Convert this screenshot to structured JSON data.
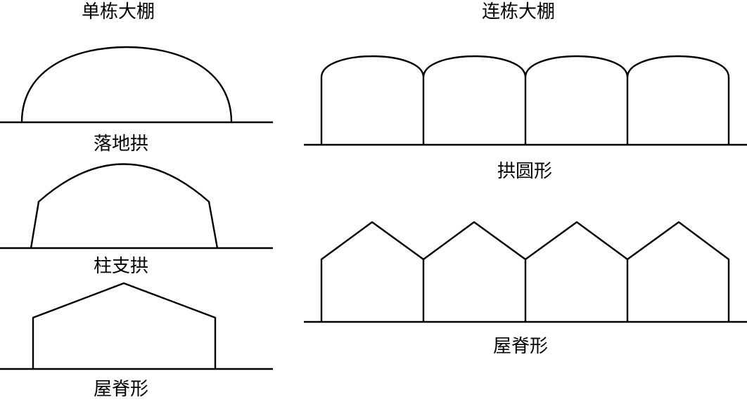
{
  "headings": {
    "single_span": "单栋大棚",
    "multi_span": "连栋大棚"
  },
  "single_span": [
    {
      "shape": "ground-arch",
      "label": "落地拱"
    },
    {
      "shape": "pillar-arch",
      "label": "柱支拱"
    },
    {
      "shape": "ridge",
      "label": "屋脊形"
    }
  ],
  "multi_span": [
    {
      "shape": "round-arch",
      "label": "拱圆形",
      "spans": 4
    },
    {
      "shape": "ridge",
      "label": "屋脊形",
      "spans": 4
    }
  ],
  "colors": {
    "line": "#000000",
    "background": "#ffffff"
  }
}
